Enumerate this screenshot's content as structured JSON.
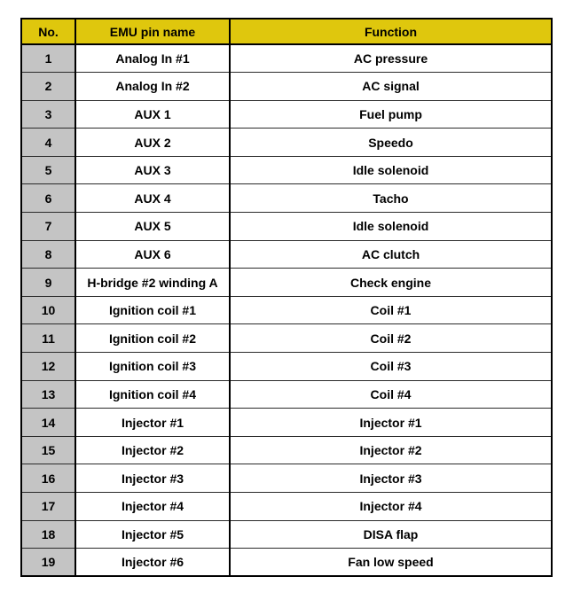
{
  "colors": {
    "header_bg": "#dfc70d",
    "number_col_bg": "#c4c4c4",
    "border_strong": "#000000",
    "border_inner": "#2a2a2a",
    "row_bg": "#ffffff",
    "text": "#000000"
  },
  "table": {
    "columns": [
      {
        "label": "No."
      },
      {
        "label": "EMU pin name"
      },
      {
        "label": "Function"
      }
    ],
    "rows": [
      {
        "no": "1",
        "pin": "Analog In #1",
        "fn": "AC pressure"
      },
      {
        "no": "2",
        "pin": "Analog In #2",
        "fn": "AC signal"
      },
      {
        "no": "3",
        "pin": "AUX 1",
        "fn": "Fuel pump"
      },
      {
        "no": "4",
        "pin": "AUX 2",
        "fn": "Speedo"
      },
      {
        "no": "5",
        "pin": "AUX 3",
        "fn": "Idle solenoid"
      },
      {
        "no": "6",
        "pin": "AUX 4",
        "fn": "Tacho"
      },
      {
        "no": "7",
        "pin": "AUX 5",
        "fn": "Idle solenoid"
      },
      {
        "no": "8",
        "pin": "AUX 6",
        "fn": "AC clutch"
      },
      {
        "no": "9",
        "pin": "H-bridge #2 winding A",
        "fn": "Check engine"
      },
      {
        "no": "10",
        "pin": "Ignition coil #1",
        "fn": "Coil #1"
      },
      {
        "no": "11",
        "pin": "Ignition coil #2",
        "fn": "Coil #2"
      },
      {
        "no": "12",
        "pin": "Ignition coil #3",
        "fn": "Coil #3"
      },
      {
        "no": "13",
        "pin": "Ignition coil #4",
        "fn": "Coil #4"
      },
      {
        "no": "14",
        "pin": "Injector #1",
        "fn": "Injector #1"
      },
      {
        "no": "15",
        "pin": "Injector #2",
        "fn": "Injector #2"
      },
      {
        "no": "16",
        "pin": "Injector #3",
        "fn": "Injector #3"
      },
      {
        "no": "17",
        "pin": "Injector #4",
        "fn": "Injector #4"
      },
      {
        "no": "18",
        "pin": "Injector #5",
        "fn": "DISA flap"
      },
      {
        "no": "19",
        "pin": "Injector #6",
        "fn": "Fan low speed"
      }
    ]
  }
}
